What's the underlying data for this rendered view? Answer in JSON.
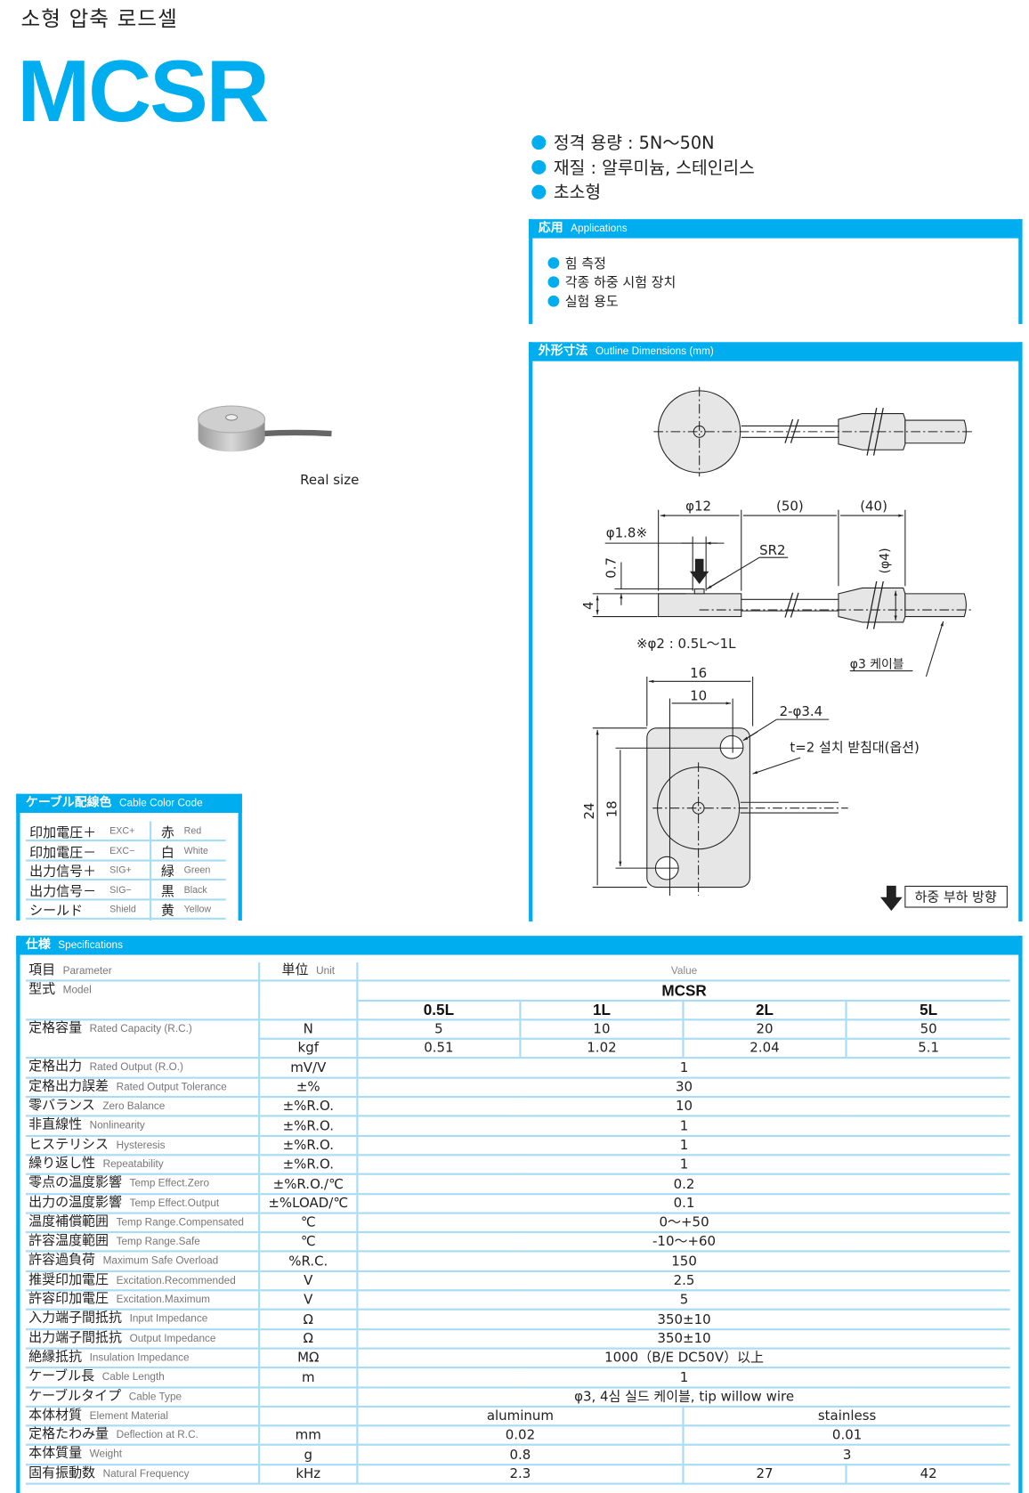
{
  "header": {
    "subtitle": "소형 압축 로드셀",
    "model": "MCSR"
  },
  "colors": {
    "brand": "#00AEEF",
    "line": "#a6dcf4"
  },
  "features": [
    "정격 용량 : 5N～50N",
    "재질 : 알루미늄, 스테인리스",
    "초소형"
  ],
  "applications": {
    "title_jp": "応用",
    "title_en": "Applications",
    "items": [
      "힘 측정",
      "각종 하중 시험 장치",
      "실험 용도"
    ]
  },
  "photo": {
    "caption": "Real size"
  },
  "outline": {
    "title_jp": "外形寸法",
    "title_en": "Outline Dimensions (mm)",
    "labels": {
      "d12": "φ12",
      "l50": "(50)",
      "l40": "(40)",
      "d18": "φ1.8※",
      "sr2": "SR2",
      "h07": "0.7",
      "h4": "4",
      "d4": "(φ4)",
      "note": "※φ2 : 0.5L～1L",
      "cable": "φ3 케이블",
      "w16": "16",
      "w10": "10",
      "holes": "2-φ3.4",
      "base": "t=2 설치 받침대(옵션)",
      "h24": "24",
      "h18": "18",
      "load": "하중 부하 방향"
    }
  },
  "cable_colors": {
    "title_jp": "ケーブル配線色",
    "title_en": "Cable Color Code",
    "rows": [
      {
        "jp": "印加電圧＋",
        "en": "EXC+",
        "color_jp": "赤",
        "color_en": "Red"
      },
      {
        "jp": "印加電圧－",
        "en": "EXC−",
        "color_jp": "白",
        "color_en": "White"
      },
      {
        "jp": "出力信号＋",
        "en": "SIG+",
        "color_jp": "緑",
        "color_en": "Green"
      },
      {
        "jp": "出力信号－",
        "en": "SIG−",
        "color_jp": "黒",
        "color_en": "Black"
      },
      {
        "jp": "シールド",
        "en": "Shield",
        "color_jp": "黄",
        "color_en": "Yellow"
      }
    ]
  },
  "specs": {
    "title_jp": "仕様",
    "title_en": "Specifications",
    "head": {
      "param_jp": "項目",
      "param_en": "Parameter",
      "unit_jp": "単位",
      "unit_en": "Unit",
      "value": "Value",
      "model_jp": "型式",
      "model_en": "Model",
      "series": "MCSR",
      "models": [
        "0.5L",
        "1L",
        "2L",
        "5L"
      ]
    },
    "rows": [
      {
        "jp": "定格容量",
        "en": "Rated Capacity (R.C.)",
        "lines": [
          {
            "unit": "N",
            "values": [
              "5",
              "10",
              "20",
              "50"
            ]
          },
          {
            "unit": "kgf",
            "values": [
              "0.51",
              "1.02",
              "2.04",
              "5.1"
            ]
          }
        ]
      },
      {
        "jp": "定格出力",
        "en": "Rated Output (R.O.)",
        "lines": [
          {
            "unit": "mV/V",
            "values": [
              "1"
            ]
          }
        ]
      },
      {
        "jp": "定格出力誤差",
        "en": "Rated Output Tolerance",
        "lines": [
          {
            "unit": "±%",
            "values": [
              "30"
            ]
          }
        ]
      },
      {
        "jp": "零バランス",
        "en": "Zero Balance",
        "lines": [
          {
            "unit": "±%R.O.",
            "values": [
              "10"
            ]
          }
        ]
      },
      {
        "jp": "非直線性",
        "en": "Nonlinearity",
        "lines": [
          {
            "unit": "±%R.O.",
            "values": [
              "1"
            ]
          }
        ]
      },
      {
        "jp": "ヒステリシス",
        "en": "Hysteresis",
        "lines": [
          {
            "unit": "±%R.O.",
            "values": [
              "1"
            ]
          }
        ]
      },
      {
        "jp": "繰り返し性",
        "en": "Repeatability",
        "lines": [
          {
            "unit": "±%R.O.",
            "values": [
              "1"
            ]
          }
        ]
      },
      {
        "jp": "零点の温度影響",
        "en": "Temp Effect.Zero",
        "lines": [
          {
            "unit": "±%R.O./℃",
            "values": [
              "0.2"
            ]
          }
        ]
      },
      {
        "jp": "出力の温度影響",
        "en": "Temp Effect.Output",
        "lines": [
          {
            "unit": "±%LOAD/℃",
            "values": [
              "0.1"
            ]
          }
        ]
      },
      {
        "jp": "温度補償範囲",
        "en": "Temp Range.Compensated",
        "lines": [
          {
            "unit": "℃",
            "values": [
              "0～+50"
            ]
          }
        ]
      },
      {
        "jp": "許容温度範囲",
        "en": "Temp Range.Safe",
        "lines": [
          {
            "unit": "℃",
            "values": [
              "-10～+60"
            ]
          }
        ]
      },
      {
        "jp": "許容過負荷",
        "en": "Maximum Safe Overload",
        "lines": [
          {
            "unit": "%R.C.",
            "values": [
              "150"
            ]
          }
        ]
      },
      {
        "jp": "推奨印加電圧",
        "en": "Excitation.Recommended",
        "lines": [
          {
            "unit": "V",
            "values": [
              "2.5"
            ]
          }
        ]
      },
      {
        "jp": "許容印加電圧",
        "en": "Excitation.Maximum",
        "lines": [
          {
            "unit": "V",
            "values": [
              "5"
            ]
          }
        ]
      },
      {
        "jp": "入力端子間抵抗",
        "en": "Input Impedance",
        "lines": [
          {
            "unit": "Ω",
            "values": [
              "350±10"
            ]
          }
        ]
      },
      {
        "jp": "出力端子間抵抗",
        "en": "Output Impedance",
        "lines": [
          {
            "unit": "Ω",
            "values": [
              "350±10"
            ]
          }
        ]
      },
      {
        "jp": "絶縁抵抗",
        "en": "Insulation Impedance",
        "lines": [
          {
            "unit": "MΩ",
            "values": [
              "1000（B/E DC50V）以上"
            ]
          }
        ]
      },
      {
        "jp": "ケーブル長",
        "en": "Cable Length",
        "lines": [
          {
            "unit": "m",
            "values": [
              "1"
            ]
          }
        ]
      },
      {
        "jp": "ケーブルタイプ",
        "en": "Cable Type",
        "lines": [
          {
            "unit": "",
            "values": [
              "φ3, 4심 실드 케이블, tip willow wire"
            ]
          }
        ]
      },
      {
        "jp": "本体材質",
        "en": "Element Material",
        "lines": [
          {
            "unit": "",
            "values": [
              "aluminum",
              "stainless"
            ]
          }
        ]
      },
      {
        "jp": "定格たわみ量",
        "en": "Deflection at R.C.",
        "lines": [
          {
            "unit": "mm",
            "values": [
              "0.02",
              "0.01"
            ]
          }
        ]
      },
      {
        "jp": "本体質量",
        "en": "Weight",
        "lines": [
          {
            "unit": "g",
            "values": [
              "0.8",
              "3"
            ]
          }
        ]
      },
      {
        "jp": "固有振動数",
        "en": "Natural Frequency",
        "lines": [
          {
            "unit": "kHz",
            "values": [
              "2.3",
              "27",
              "42"
            ]
          }
        ]
      }
    ]
  }
}
